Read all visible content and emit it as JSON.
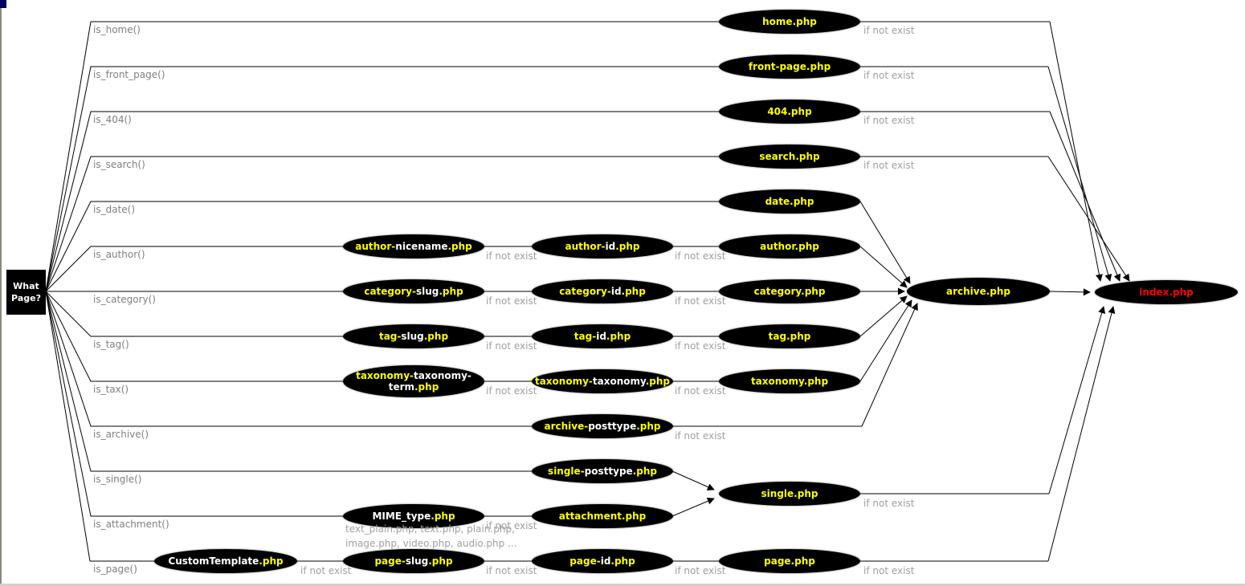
{
  "start_box": {
    "line1": "What",
    "line2": "Page?"
  },
  "edge_label": "if not exist",
  "conditions": [
    "is_home()",
    "is_front_page()",
    "is_404()",
    "is_search()",
    "is_date()",
    "is_author()",
    "is_category()",
    "is_tag()",
    "is_tax()",
    "is_archive()",
    "is_single()",
    "is_attachment()",
    "is_page()"
  ],
  "mime_note": [
    "text_plain.php, text.php, plain.php,",
    "image.php, video.php, audio.php ..."
  ],
  "colors": {
    "node_fill": "#000000",
    "literal": "#ffff00",
    "variable": "#ffffff",
    "index": "#ff0000",
    "condition_text": "#808080",
    "edge_label_text": "#a0a0a0",
    "line": "#000000"
  },
  "nodes": {
    "home": [
      [
        [
          "home.php",
          "literal"
        ]
      ]
    ],
    "front_page": [
      [
        [
          "front-page.php",
          "literal"
        ]
      ]
    ],
    "404": [
      [
        [
          "404.php",
          "literal"
        ]
      ]
    ],
    "search": [
      [
        [
          "search.php",
          "literal"
        ]
      ]
    ],
    "date": [
      [
        [
          "date.php",
          "literal"
        ]
      ]
    ],
    "author_nicename": [
      [
        [
          "author-",
          "literal"
        ],
        [
          "nicename",
          "variable"
        ],
        [
          ".php",
          "literal"
        ]
      ]
    ],
    "author_id": [
      [
        [
          "author-",
          "literal"
        ],
        [
          "id",
          "variable"
        ],
        [
          ".php",
          "literal"
        ]
      ]
    ],
    "author": [
      [
        [
          "author.php",
          "literal"
        ]
      ]
    ],
    "category_slug": [
      [
        [
          "category-",
          "literal"
        ],
        [
          "slug",
          "variable"
        ],
        [
          ".php",
          "literal"
        ]
      ]
    ],
    "category_id": [
      [
        [
          "category-",
          "literal"
        ],
        [
          "id",
          "variable"
        ],
        [
          ".php",
          "literal"
        ]
      ]
    ],
    "category": [
      [
        [
          "category.php",
          "literal"
        ]
      ]
    ],
    "tag_slug": [
      [
        [
          "tag-",
          "literal"
        ],
        [
          "slug",
          "variable"
        ],
        [
          ".php",
          "literal"
        ]
      ]
    ],
    "tag_id": [
      [
        [
          "tag-",
          "literal"
        ],
        [
          "id",
          "variable"
        ],
        [
          ".php",
          "literal"
        ]
      ]
    ],
    "tag": [
      [
        [
          "tag.php",
          "literal"
        ]
      ]
    ],
    "taxonomy_term": [
      [
        [
          "taxonomy-",
          "literal"
        ],
        [
          "taxonomy-",
          "variable"
        ]
      ],
      [
        [
          "term",
          "variable"
        ],
        [
          ".php",
          "literal"
        ]
      ]
    ],
    "taxonomy_taxonomy": [
      [
        [
          "taxonomy-",
          "literal"
        ],
        [
          "taxonomy",
          "variable"
        ],
        [
          ".php",
          "literal"
        ]
      ]
    ],
    "taxonomy": [
      [
        [
          "taxonomy.php",
          "literal"
        ]
      ]
    ],
    "archive_posttype": [
      [
        [
          "archive-",
          "literal"
        ],
        [
          "posttype",
          "variable"
        ],
        [
          ".php",
          "literal"
        ]
      ]
    ],
    "archive": [
      [
        [
          "archive.php",
          "literal"
        ]
      ]
    ],
    "single_posttype": [
      [
        [
          "single-",
          "literal"
        ],
        [
          "posttype",
          "variable"
        ],
        [
          ".php",
          "literal"
        ]
      ]
    ],
    "single": [
      [
        [
          "single.php",
          "literal"
        ]
      ]
    ],
    "mime_type": [
      [
        [
          "MIME_type",
          "variable"
        ],
        [
          ".php",
          "literal"
        ]
      ]
    ],
    "attachment": [
      [
        [
          "attachment.php",
          "literal"
        ]
      ]
    ],
    "custom_template": [
      [
        [
          "CustomTemplate",
          "variable"
        ],
        [
          ".php",
          "literal"
        ]
      ]
    ],
    "page_slug": [
      [
        [
          "page-",
          "literal"
        ],
        [
          "slug",
          "variable"
        ],
        [
          ".php",
          "literal"
        ]
      ]
    ],
    "page_id": [
      [
        [
          "page-",
          "literal"
        ],
        [
          "id",
          "variable"
        ],
        [
          ".php",
          "literal"
        ]
      ]
    ],
    "page": [
      [
        [
          "page.php",
          "literal"
        ]
      ]
    ],
    "index": [
      [
        [
          "index.php",
          "index"
        ]
      ]
    ]
  },
  "edges": [
    {
      "from": "What Page?",
      "to": "home.php",
      "condition": "is_home()"
    },
    {
      "from": "What Page?",
      "to": "front-page.php",
      "condition": "is_front_page()"
    },
    {
      "from": "What Page?",
      "to": "404.php",
      "condition": "is_404()"
    },
    {
      "from": "What Page?",
      "to": "search.php",
      "condition": "is_search()"
    },
    {
      "from": "What Page?",
      "to": "date.php",
      "condition": "is_date()"
    },
    {
      "from": "What Page?",
      "to": "author-nicename.php",
      "condition": "is_author()"
    },
    {
      "from": "What Page?",
      "to": "category-slug.php",
      "condition": "is_category()"
    },
    {
      "from": "What Page?",
      "to": "tag-slug.php",
      "condition": "is_tag()"
    },
    {
      "from": "What Page?",
      "to": "taxonomy-taxonomy-term.php",
      "condition": "is_tax()"
    },
    {
      "from": "What Page?",
      "to": "archive-posttype.php",
      "condition": "is_archive()"
    },
    {
      "from": "What Page?",
      "to": "single-posttype.php",
      "condition": "is_single()"
    },
    {
      "from": "What Page?",
      "to": "MIME_type.php",
      "condition": "is_attachment()"
    },
    {
      "from": "What Page?",
      "to": "CustomTemplate.php",
      "condition": "is_page()"
    },
    {
      "from": "home.php",
      "to": "index.php",
      "label": "if not exist"
    },
    {
      "from": "front-page.php",
      "to": "index.php",
      "label": "if not exist"
    },
    {
      "from": "404.php",
      "to": "index.php",
      "label": "if not exist"
    },
    {
      "from": "search.php",
      "to": "index.php",
      "label": "if not exist"
    },
    {
      "from": "date.php",
      "to": "archive.php"
    },
    {
      "from": "author-nicename.php",
      "to": "author-id.php",
      "label": "if not exist"
    },
    {
      "from": "author-id.php",
      "to": "author.php",
      "label": "if not exist"
    },
    {
      "from": "author.php",
      "to": "archive.php"
    },
    {
      "from": "category-slug.php",
      "to": "category-id.php",
      "label": "if not exist"
    },
    {
      "from": "category-id.php",
      "to": "category.php",
      "label": "if not exist"
    },
    {
      "from": "category.php",
      "to": "archive.php"
    },
    {
      "from": "tag-slug.php",
      "to": "tag-id.php",
      "label": "if not exist"
    },
    {
      "from": "tag-id.php",
      "to": "tag.php",
      "label": "if not exist"
    },
    {
      "from": "tag.php",
      "to": "archive.php"
    },
    {
      "from": "taxonomy-taxonomy-term.php",
      "to": "taxonomy-taxonomy.php",
      "label": "if not exist"
    },
    {
      "from": "taxonomy-taxonomy.php",
      "to": "taxonomy.php",
      "label": "if not exist"
    },
    {
      "from": "taxonomy.php",
      "to": "archive.php"
    },
    {
      "from": "archive-posttype.php",
      "to": "archive.php",
      "label": "if not exist"
    },
    {
      "from": "archive.php",
      "to": "index.php"
    },
    {
      "from": "single-posttype.php",
      "to": "single.php"
    },
    {
      "from": "MIME_type.php",
      "to": "attachment.php",
      "label": "if not exist"
    },
    {
      "from": "attachment.php",
      "to": "single.php"
    },
    {
      "from": "single.php",
      "to": "index.php",
      "label": "if not exist"
    },
    {
      "from": "CustomTemplate.php",
      "to": "page-slug.php",
      "label": "if not exist"
    },
    {
      "from": "page-slug.php",
      "to": "page-id.php",
      "label": "if not exist"
    },
    {
      "from": "page-id.php",
      "to": "page.php",
      "label": "if not exist"
    },
    {
      "from": "page.php",
      "to": "index.php",
      "label": "if not exist"
    }
  ]
}
